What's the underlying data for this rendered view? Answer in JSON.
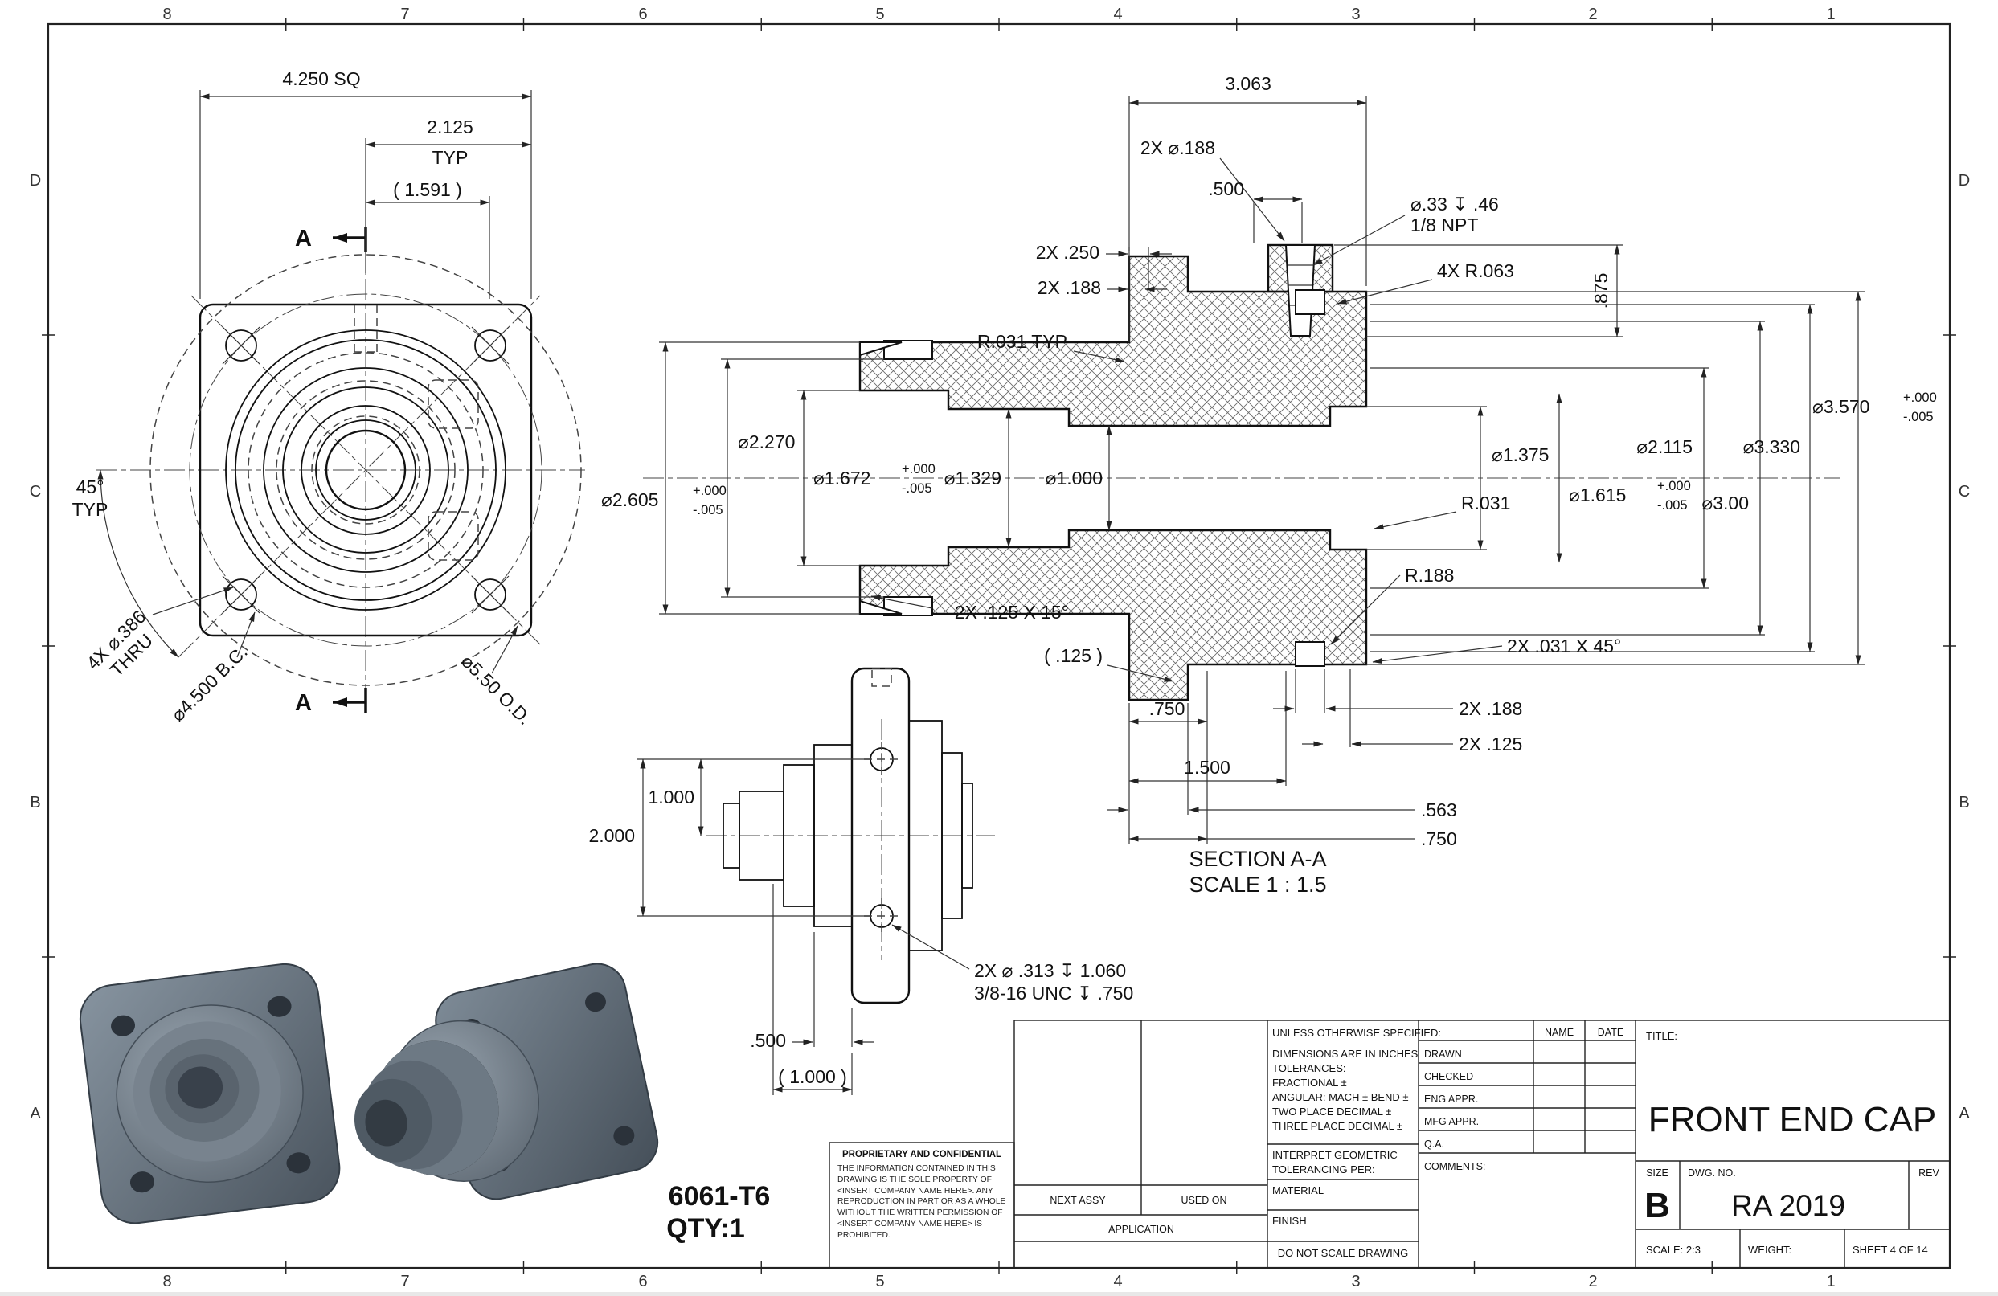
{
  "sheet": {
    "zone_columns": [
      "8",
      "7",
      "6",
      "5",
      "4",
      "3",
      "2",
      "1"
    ],
    "zone_rows": [
      "D",
      "C",
      "B",
      "A"
    ],
    "material": "6061-T6",
    "qty": "QTY:1"
  },
  "front_view": {
    "dim_sq": "4.250 SQ",
    "dim_typ_val": "2.125",
    "dim_typ_label": "TYP",
    "dim_ref": "( 1.591 )",
    "section_arrow_top": "A",
    "section_arrow_bottom": "A",
    "angle_val": "45°",
    "angle_label": "TYP",
    "holes_callout_line1": "4X ⌀.386",
    "holes_callout_line2": "THRU",
    "bolt_circle": "⌀4.500 B.C.",
    "outer_dia": "⌀5.50 O.D."
  },
  "section_view": {
    "label": "SECTION A-A",
    "scale": "SCALE 1 : 1.5",
    "top": {
      "d3063": "3.063",
      "d2x188": "2X ⌀.188",
      "d500": ".500",
      "npt1": "⌀.33 ↧ .46",
      "npt2": "1/8 NPT",
      "r063": "4X R.063",
      "d875": ".875"
    },
    "left": {
      "d2x250": "2X .250",
      "d2x188": "2X .188",
      "r031typ": "R.031 TYP",
      "d2270": "⌀2.270",
      "d2605": "⌀2.605",
      "d2605_tol_p": "+.000",
      "d2605_tol_m": "-.005",
      "d1672": "⌀1.672",
      "d1672_tol_p": "+.000",
      "d1672_tol_m": "-.005",
      "d1329": "⌀1.329",
      "d1000": "⌀1.000",
      "chamfer15": "2X .125 X 15°",
      "ref125": "( .125 )"
    },
    "right": {
      "d1375": "⌀1.375",
      "r031": "R.031",
      "d1615": "⌀1.615",
      "d1615_tol_p": "+.000",
      "d1615_tol_m": "-.005",
      "d2115": "⌀2.115",
      "d300": "⌀3.00",
      "d3330": "⌀3.330",
      "d3570": "⌀3.570",
      "d3570_tol_p": "+.000",
      "d3570_tol_m": "-.005",
      "r188": "R.188",
      "chamfer45": "2X .031 X 45°"
    },
    "bottom": {
      "d750a": ".750",
      "d1500": "1.500",
      "d2x188": "2X .188",
      "d2x125": "2X .125",
      "d563": ".563",
      "d750b": ".750"
    }
  },
  "side_view": {
    "d1000": "1.000",
    "d2000": "2.000",
    "tap_callout_line1": "2X ⌀ .313  ↧ 1.060",
    "tap_callout_line2": "3/8-16 UNC   ↧ .750",
    "d500": ".500",
    "d1000ref": "( 1.000 )"
  },
  "title_block": {
    "proprietary_title": "PROPRIETARY AND CONFIDENTIAL",
    "proprietary_body": "THE INFORMATION CONTAINED IN THIS DRAWING IS THE SOLE PROPERTY OF <INSERT COMPANY NAME HERE>.  ANY REPRODUCTION IN PART OR AS A WHOLE WITHOUT THE WRITTEN PERMISSION OF <INSERT COMPANY NAME HERE> IS PROHIBITED.",
    "next_assy": "NEXT ASSY",
    "used_on": "USED ON",
    "application": "APPLICATION",
    "unless": "UNLESS OTHERWISE SPECIFIED:",
    "dims_inches": "DIMENSIONS ARE IN INCHES",
    "tolerances": "TOLERANCES:",
    "fractional": "FRACTIONAL ±",
    "angular": "ANGULAR: MACH ±   BEND ±",
    "two_place": "TWO PLACE DECIMAL    ±",
    "three_place": "THREE PLACE DECIMAL  ±",
    "interpret1": "INTERPRET GEOMETRIC",
    "interpret2": "TOLERANCING PER:",
    "material_label": "MATERIAL",
    "finish_label": "FINISH",
    "do_not_scale": "DO NOT SCALE DRAWING",
    "name_header": "NAME",
    "date_header": "DATE",
    "approval_rows": [
      "DRAWN",
      "CHECKED",
      "ENG APPR.",
      "MFG APPR.",
      "Q.A.",
      "COMMENTS:"
    ],
    "title_label": "TITLE:",
    "title": "FRONT END CAP",
    "size_label": "SIZE",
    "size_value": "B",
    "dwg_label": "DWG.  NO.",
    "dwg_value": "RA 2019",
    "rev_label": "REV",
    "scale_text": "SCALE: 2:3",
    "weight_text": "WEIGHT:",
    "sheet_text": "SHEET 4 OF 14"
  }
}
